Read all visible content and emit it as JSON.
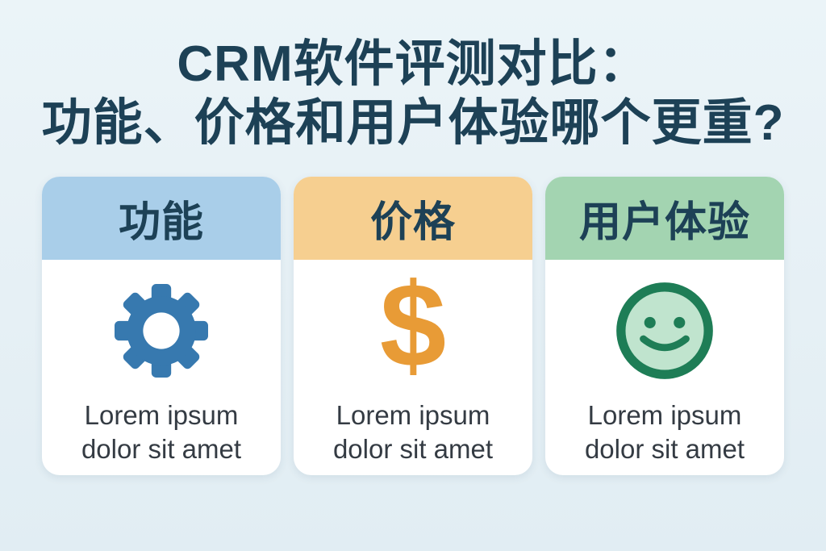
{
  "title": {
    "line1": "CRM软件评测对比：",
    "line2": "功能、价格和用户体验哪个更重?"
  },
  "cards": [
    {
      "header": "功能",
      "icon": "gear-icon",
      "header_bg": "#a9cee9",
      "icon_color": "#3779af",
      "body_text": "Lorem ipsum dolor sit amet"
    },
    {
      "header": "价格",
      "icon": "dollar-icon",
      "icon_glyph": "$",
      "header_bg": "#f6cf90",
      "icon_color": "#e89b36",
      "body_text": "Lorem ipsum dolor sit amet"
    },
    {
      "header": "用户体验",
      "icon": "smiley-icon",
      "header_bg": "#a3d4b1",
      "icon_color": "#1e7d56",
      "icon_fill": "#c0e4ce",
      "body_text": "Lorem ipsum dolor sit amet"
    }
  ],
  "colors": {
    "background": "#e6f0f5",
    "title_text": "#1d4156",
    "card_header_text": "#1d4156",
    "body_text": "#343b43",
    "card_bg": "#ffffff"
  }
}
